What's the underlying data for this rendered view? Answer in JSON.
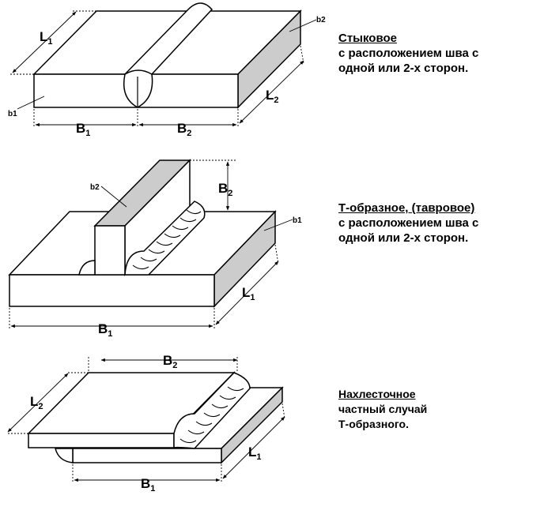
{
  "joints": [
    {
      "title": "Стыковое",
      "lines": [
        "с расположением шва с",
        "одной или 2-х сторон."
      ],
      "labels": {
        "b_top": "b2",
        "b_front": "b1",
        "L_back": "L",
        "L_back_sub": "1",
        "L_side": "L",
        "L_side_sub": "2",
        "B_left": "B",
        "B_left_sub": "1",
        "B_right": "B",
        "B_right_sub": "2"
      }
    },
    {
      "title": "Т-образное, (тавровое)",
      "lines": [
        "с расположением шва с",
        "одной или 2-х сторон."
      ],
      "labels": {
        "b_web": "b2",
        "b_plate": "b1",
        "B_height": "B",
        "B_height_sub": "2",
        "L_side": "L",
        "L_side_sub": "1",
        "B_bottom": "B",
        "B_bottom_sub": "1"
      }
    },
    {
      "title": "Нахлесточное",
      "lines": [
        "частный случай",
        "Т-образного."
      ],
      "labels": {
        "B_top": "B",
        "B_top_sub": "2",
        "L_back": "L",
        "L_back_sub": "2",
        "L_side": "L",
        "L_side_sub": "1",
        "B_bottom": "B",
        "B_bottom_sub": "1"
      }
    }
  ],
  "colors": {
    "line": "#000000",
    "shade": "#cccccc",
    "face": "#ffffff"
  }
}
